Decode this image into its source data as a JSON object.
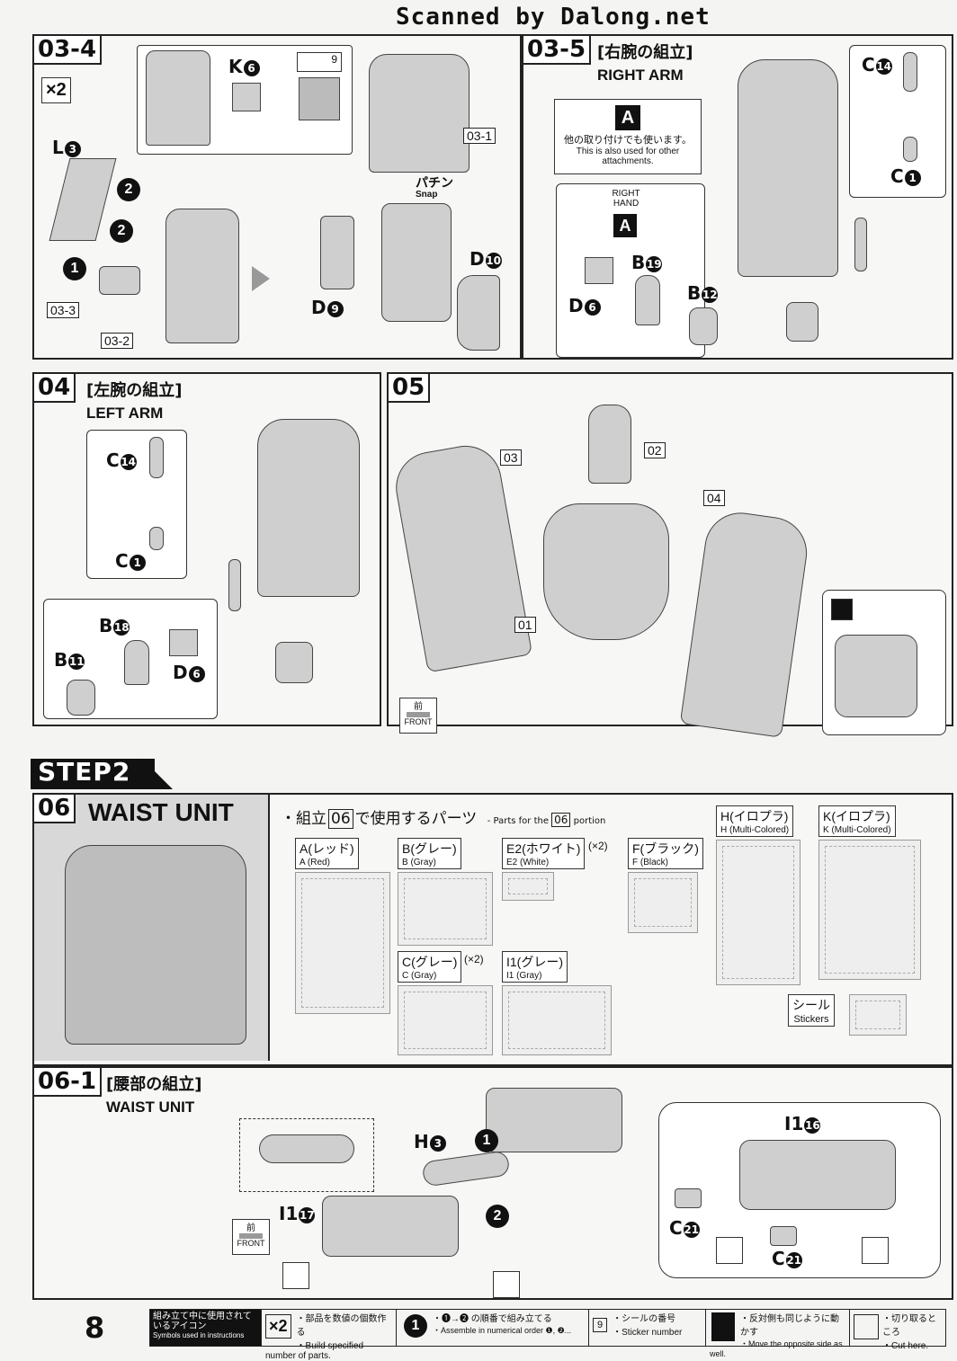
{
  "header": {
    "watermark": "Scanned by Dalong.net"
  },
  "step_03_4": {
    "number": "03-4",
    "multiplier": "×2",
    "parts": {
      "k6": "K",
      "l3": "L",
      "d9": "D",
      "d10": "D"
    },
    "sticker_no": "9",
    "refs": [
      "03-1",
      "03-3",
      "03-2"
    ],
    "snap_jp": "パチン",
    "snap_en": "Snap"
  },
  "step_03_5": {
    "number": "03-5",
    "title_jp": "[右腕の組立]",
    "title_en": "RIGHT ARM",
    "note_letter": "A",
    "note_jp": "他の取り付けでも使います。",
    "note_en": "This is also used for other attachments.",
    "hand_label": "RIGHT HAND",
    "hand_letter": "A",
    "parts": [
      "C",
      "C",
      "B",
      "B",
      "D"
    ]
  },
  "step_04": {
    "number": "04",
    "title_jp": "[左腕の組立]",
    "title_en": "LEFT ARM",
    "parts": [
      "C",
      "C",
      "B",
      "B",
      "D"
    ]
  },
  "step_05": {
    "number": "05",
    "refs": [
      "03",
      "02",
      "04",
      "01"
    ],
    "front_jp": "前",
    "front_en": "FRONT"
  },
  "step2": {
    "banner": "STEP2",
    "number": "06",
    "title": "WAIST UNIT",
    "parts_heading_jp": "・組立",
    "parts_heading_num": "06",
    "parts_heading_jp2": "で使用するパーツ",
    "parts_heading_en": "- Parts for the",
    "parts_heading_en_num": "06",
    "parts_heading_en2": "portion",
    "runners": [
      {
        "jp": "A(レッド)",
        "en": "A (Red)"
      },
      {
        "jp": "B(グレー)",
        "en": "B (Gray)"
      },
      {
        "jp": "E2(ホワイト)",
        "en": "E2 (White)",
        "count": "(×2)"
      },
      {
        "jp": "F(ブラック)",
        "en": "F (Black)"
      },
      {
        "jp": "H(イロプラ)",
        "en": "H (Multi-Colored)"
      },
      {
        "jp": "K(イロプラ)",
        "en": "K (Multi-Colored)"
      },
      {
        "jp": "C(グレー)",
        "en": "C (Gray)",
        "count": "(×2)"
      },
      {
        "jp": "I1(グレー)",
        "en": "I1 (Gray)"
      }
    ],
    "stickers_jp": "シール",
    "stickers_en": "Stickers"
  },
  "step_06_1": {
    "number": "06-1",
    "title_jp": "[腰部の組立]",
    "title_en": "WAIST UNIT",
    "parts": {
      "h3": "H",
      "i17": "I1",
      "i16": "I1",
      "c21a": "C",
      "c21b": "C"
    },
    "front_jp": "前",
    "front_en": "FRONT"
  },
  "footer": {
    "page_number": "8",
    "legend_jp": "組み立て中に使用されているアイコン",
    "legend_en": "Symbols used in instructions",
    "items": [
      {
        "icon": "×2",
        "jp": "・部品を数値の個数作る",
        "en": "・Build specified number of parts."
      },
      {
        "icon": "1",
        "jp": "・❶→❷ の順番で組み立てる",
        "en": "・Assemble in numerical order ❶, ❷..."
      },
      {
        "icon": "9",
        "jp": "・シールの番号",
        "en": "・Sticker number"
      },
      {
        "icon": "mirror",
        "jp": "・反対側も同じように動かす",
        "en": "・Move the opposite side as well."
      },
      {
        "icon": "cut",
        "jp": "・切り取るところ",
        "en": "・Cut here."
      }
    ]
  }
}
